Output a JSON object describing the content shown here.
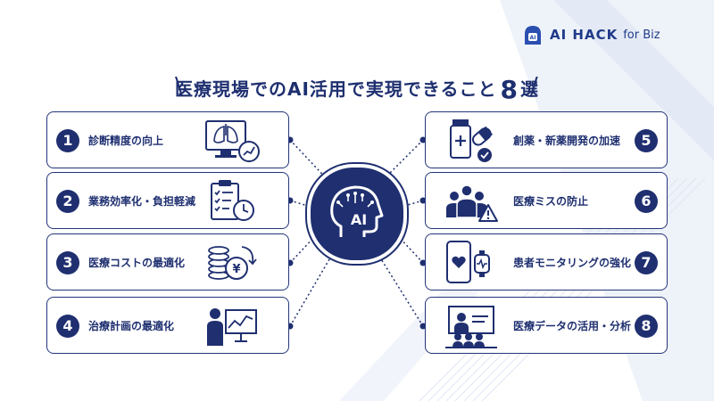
{
  "brand": {
    "name": "AI HACK",
    "suffix": "for Biz",
    "logo_mark": "AI"
  },
  "title": {
    "main": "医療現場でのAI活用で実現できること",
    "number": "8",
    "suffix": "選"
  },
  "hub": {
    "label": "AI"
  },
  "left_items": [
    {
      "number": "1",
      "label": "診断精度の向上",
      "icon": "monitor-lungs-icon"
    },
    {
      "number": "2",
      "label": "業務効率化・負担軽減",
      "icon": "clipboard-clock-icon"
    },
    {
      "number": "3",
      "label": "医療コストの最適化",
      "icon": "yen-coins-icon"
    },
    {
      "number": "4",
      "label": "治療計画の最適化",
      "icon": "person-chart-icon"
    }
  ],
  "right_items": [
    {
      "number": "5",
      "label": "創薬・新薬開発の加速",
      "icon": "medicine-icon"
    },
    {
      "number": "6",
      "label": "医療ミスの防止",
      "icon": "team-warning-icon"
    },
    {
      "number": "7",
      "label": "患者モニタリングの強化",
      "icon": "phone-watch-heart-icon"
    },
    {
      "number": "8",
      "label": "医療データの活用・分析",
      "icon": "presentation-group-icon"
    }
  ],
  "colors": {
    "navy": "#1f2f70",
    "light_bg": "#e9eef7",
    "white": "#ffffff"
  }
}
